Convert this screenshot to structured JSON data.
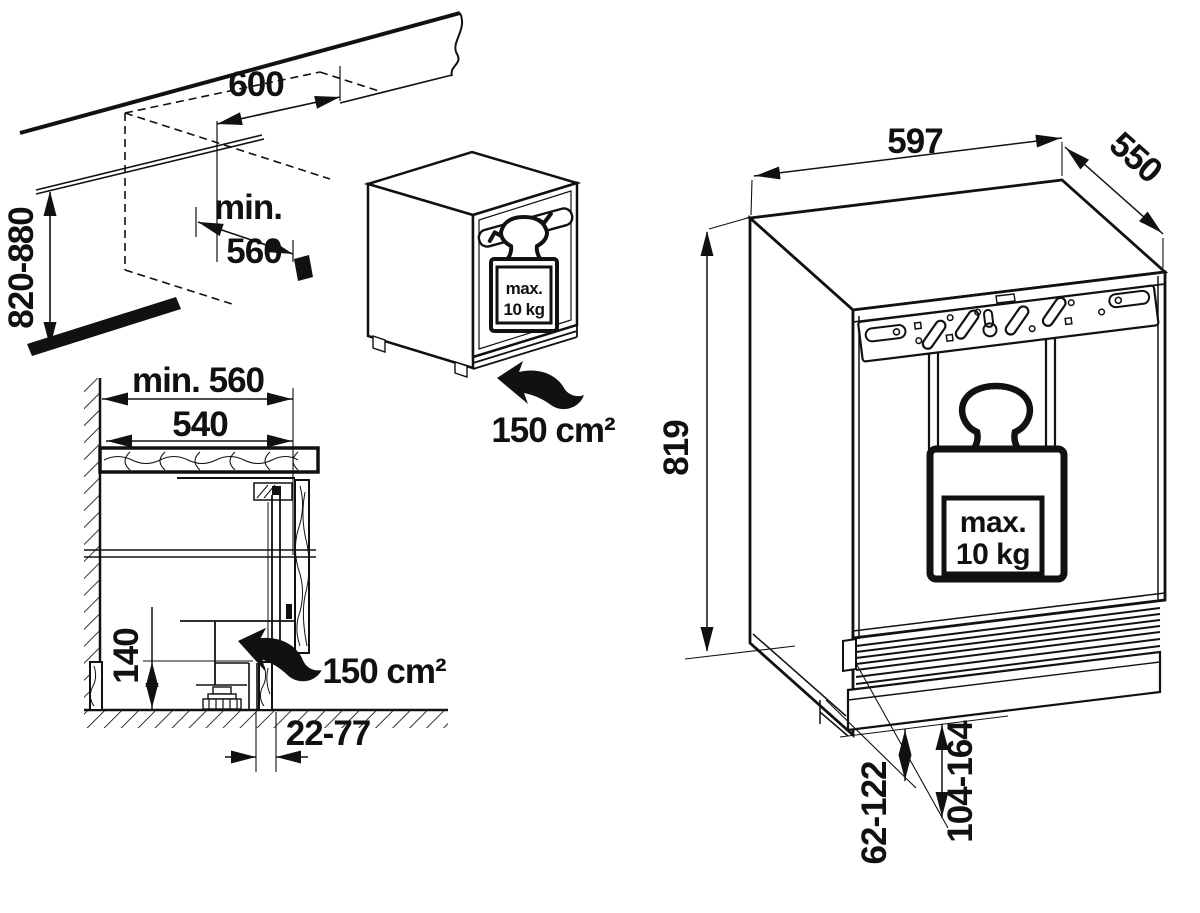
{
  "colors": {
    "ink": "#111111",
    "background": "#ffffff"
  },
  "niche_diagram": {
    "width": "600",
    "depth_min_line1": "min.",
    "depth_min_line2": "560",
    "height_range": "820-880",
    "vent_area": "150 cm²",
    "weight_max_line1": "max.",
    "weight_max_line2": "10 kg"
  },
  "section_diagram": {
    "niche_depth": "min. 560",
    "counter_depth": "540",
    "bottom_clearance": "140",
    "vent_area": "150 cm²",
    "plinth_recess": "22-77"
  },
  "appliance_diagram": {
    "width": "597",
    "depth": "550",
    "height": "819",
    "weight_max_line1": "max.",
    "weight_max_line2": "10 kg",
    "plinth_height_low": "62-122",
    "plinth_height_high": "104-164"
  }
}
